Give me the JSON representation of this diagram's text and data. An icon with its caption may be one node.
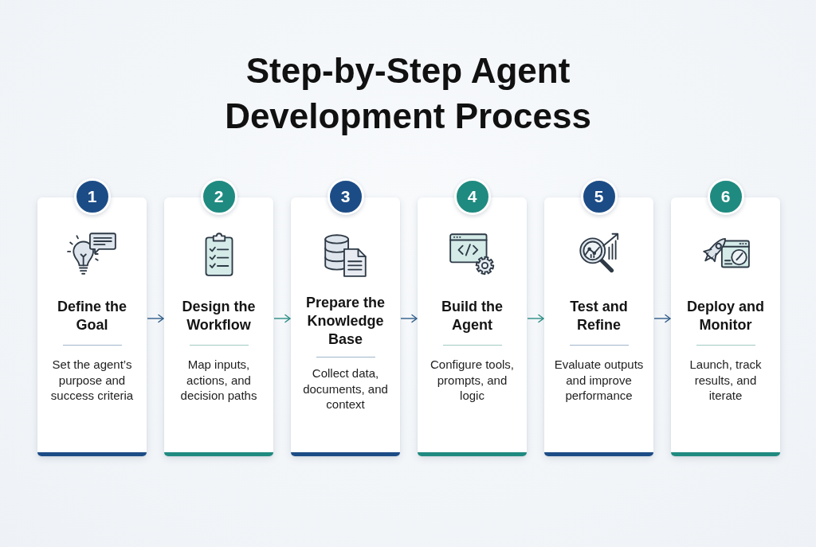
{
  "diagram": {
    "title": "Step-by-Step Agent Development Process",
    "nodes": [
      {
        "text": [
          "1",
          "Define the Goal",
          "Set the agent’s purpose and success criteria"
        ]
      },
      {
        "text": [
          "2",
          "Design the Workflow",
          "Map inputs, actions, and decision paths"
        ]
      },
      {
        "text": [
          "3",
          "Prepare the Knowledge Base",
          "Collect data, documents, and context"
        ]
      },
      {
        "text": [
          "4",
          "Build the Agent",
          "Configure tools, prompts, and logic"
        ]
      },
      {
        "text": [
          "5",
          "Test and Refine",
          "Evaluate outputs and improve performance"
        ]
      },
      {
        "text": [
          "6",
          "Deploy and Monitor",
          "Launch, track results, and iterate"
        ]
      }
    ],
    "edges": [
      {
        "from": 0,
        "to": 1,
        "arrow": "to"
      },
      {
        "from": 1,
        "to": 2,
        "arrow": "to",
        "color": "#2a8f86"
      },
      {
        "from": 2,
        "to": 3,
        "arrow": "to"
      },
      {
        "from": 3,
        "to": 4,
        "arrow": "to",
        "color": "#2a8f86"
      },
      {
        "from": 4,
        "to": 5,
        "arrow": "to"
      }
    ]
  }
}
